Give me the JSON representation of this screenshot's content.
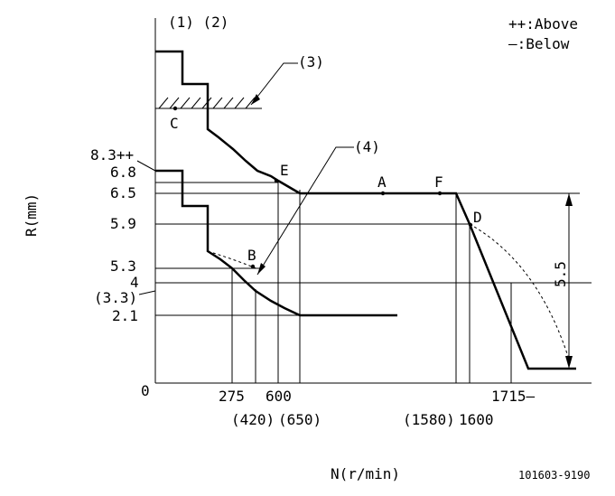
{
  "header": {
    "refs_top": "(1) (2)",
    "ref3": "(3)",
    "ref4": "(4)",
    "legend_above": "++:Above",
    "legend_below": "—:Below"
  },
  "axes": {
    "ylabel": "R(mm)",
    "xlabel": "N(r/min)",
    "origin": "0"
  },
  "y_ticks": {
    "t83": "8.3++",
    "t68": "6.8",
    "t65": "6.5",
    "t59": "5.9",
    "t53": "5.3",
    "t4": "4",
    "t33": "(3.3)",
    "t21": "2.1"
  },
  "x_ticks": {
    "t275": "275",
    "t600": "600",
    "t420": "(420)",
    "t650": "(650)",
    "t1580": "(1580)",
    "t1600": "1600",
    "t1715": "1715—"
  },
  "points": {
    "A": "A",
    "B": "B",
    "C": "C",
    "D": "D",
    "E": "E",
    "F": "F"
  },
  "dimension": {
    "span": "5.5"
  },
  "footer": {
    "code": "101603-9190"
  }
}
